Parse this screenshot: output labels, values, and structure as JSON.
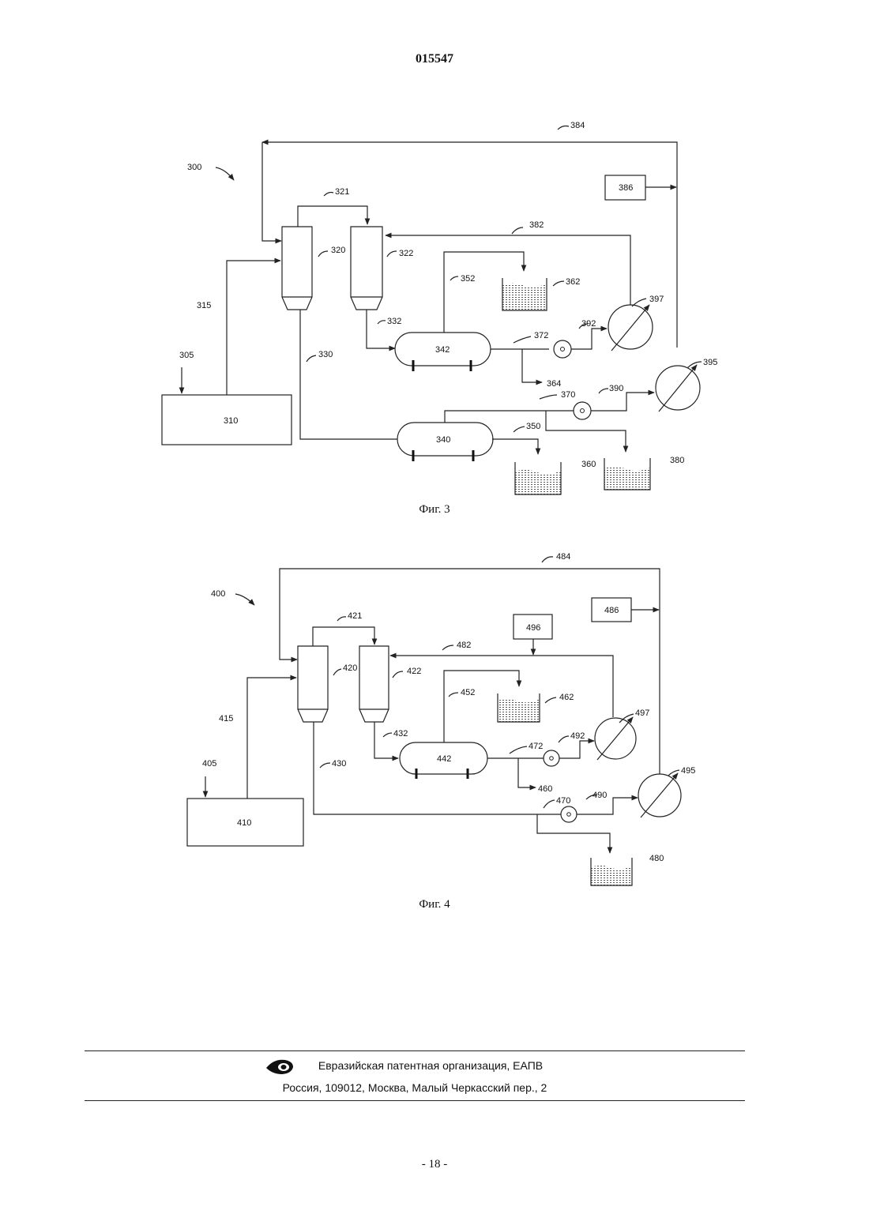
{
  "header": {
    "doc_number": "015547"
  },
  "fig3": {
    "caption": "Фиг. 3",
    "labels": {
      "l300": "300",
      "l305": "305",
      "l310": "310",
      "l315": "315",
      "l320": "320",
      "l321": "321",
      "l322": "322",
      "l330": "330",
      "l332": "332",
      "l340": "340",
      "l342": "342",
      "l350": "350",
      "l352": "352",
      "l360": "360",
      "l362": "362",
      "l364": "364",
      "l370": "370",
      "l372": "372",
      "l380": "380",
      "l382": "382",
      "l384": "384",
      "l386": "386",
      "l390": "390",
      "l392": "392",
      "l395": "395",
      "l397": "397"
    }
  },
  "fig4": {
    "caption": "Фиг. 4",
    "labels": {
      "l400": "400",
      "l405": "405",
      "l410": "410",
      "l415": "415",
      "l420": "420",
      "l421": "421",
      "l422": "422",
      "l430": "430",
      "l432": "432",
      "l442": "442",
      "l452": "452",
      "l460": "460",
      "l462": "462",
      "l470": "470",
      "l472": "472",
      "l480": "480",
      "l482": "482",
      "l484": "484",
      "l486": "486",
      "l490": "490",
      "l492": "492",
      "l495": "495",
      "l496": "496",
      "l497": "497"
    }
  },
  "footer": {
    "org": "Евразийская патентная организация, ЕАПВ",
    "address": "Россия, 109012, Москва, Малый Черкасский пер., 2"
  },
  "page_number": "- 18 -"
}
